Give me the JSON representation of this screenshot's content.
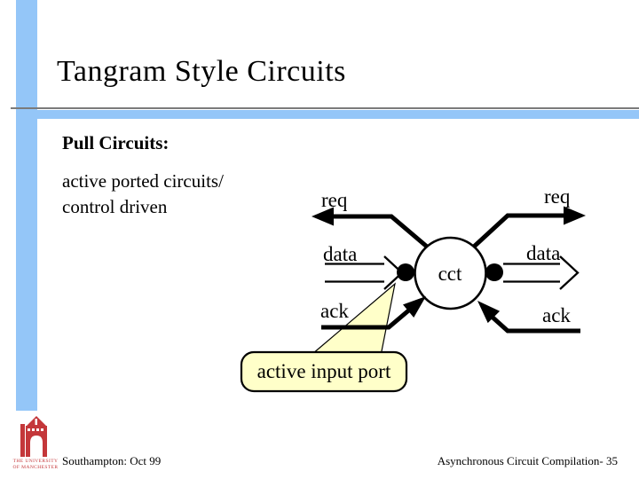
{
  "slide": {
    "title": "Tangram Style Circuits",
    "heading": "Pull Circuits:",
    "body": {
      "line1": "active ported circuits/",
      "line2": "control driven"
    }
  },
  "diagram": {
    "circuit_label": "cct",
    "left": {
      "req": "req",
      "data": "data",
      "ack": "ack"
    },
    "right": {
      "req": "req",
      "data": "data",
      "ack": "ack"
    },
    "callout_label": "active input port"
  },
  "footer": {
    "logo_caption_line1": "THE UNIVERSITY",
    "logo_caption_line2": "OF MANCHESTER",
    "venue_date": "Southampton: Oct 99",
    "slide_reference": "Asynchronous Circuit Compilation- 35"
  },
  "colors": {
    "accent_blue": "#94C6F8",
    "callout_yellow": "#FFFFC9",
    "logo_red": "#C4373A",
    "divider_gray": "#7B7B7B"
  }
}
